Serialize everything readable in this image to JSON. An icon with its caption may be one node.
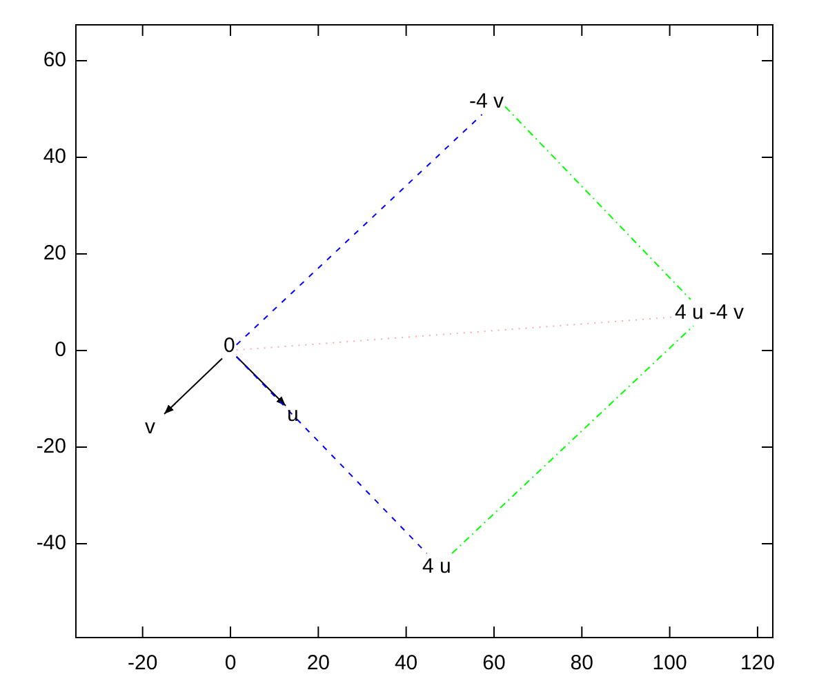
{
  "diagram": {
    "nodes": [
      {
        "text": [
          "0"
        ]
      },
      {
        "text": [
          "u"
        ]
      },
      {
        "text": [
          "v"
        ]
      },
      {
        "text": [
          "4 u"
        ]
      },
      {
        "text": [
          "-4 v"
        ]
      },
      {
        "text": [
          "4 u -4 v"
        ]
      }
    ],
    "edges": [
      {
        "from": 0,
        "to": 1,
        "arrow": "to"
      },
      {
        "from": 0,
        "to": 2,
        "arrow": "to"
      },
      {
        "from": 0,
        "to": 3,
        "arrow": "none",
        "style": "dashed",
        "color": "#0000ff"
      },
      {
        "from": 0,
        "to": 4,
        "arrow": "none",
        "style": "dashed",
        "color": "#0000ff"
      },
      {
        "from": 3,
        "to": 5,
        "arrow": "none",
        "style": "dashed",
        "color": "#00ff00"
      },
      {
        "from": 4,
        "to": 5,
        "arrow": "none",
        "style": "dashed",
        "color": "#00ff00"
      },
      {
        "from": 0,
        "to": 5,
        "arrow": "none",
        "style": "dashed",
        "color": "#ffaaaa"
      }
    ],
    "labels": [
      "60",
      "40",
      "20",
      "0",
      "-20",
      "-40",
      "-20",
      "0",
      "20",
      "40",
      "60",
      "80",
      "100",
      "120"
    ]
  }
}
